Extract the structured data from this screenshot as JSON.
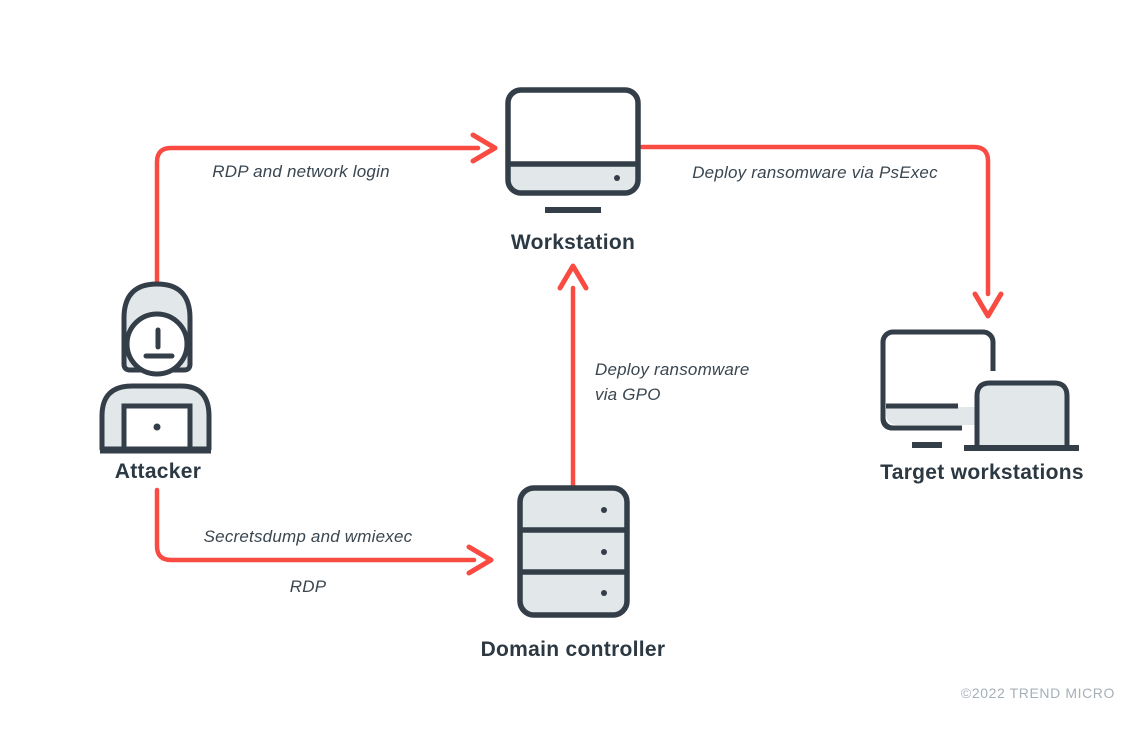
{
  "diagram_type": "ransomware-attack-flow",
  "colors": {
    "background": "#ffffff",
    "arrow_red": "#f94b42",
    "icon_outline": "#333e48",
    "icon_fill": "#e2e7ea",
    "node_label_text": "#2c3842",
    "edge_label_text": "#3a4650",
    "copyright_text": "#a6b0b8"
  },
  "nodes": {
    "attacker": {
      "label": "Attacker",
      "icon": "hooded-attacker-icon"
    },
    "workstation": {
      "label": "Workstation",
      "icon": "desktop-monitor-icon"
    },
    "domain_controller": {
      "label": "Domain controller",
      "icon": "server-stack-icon"
    },
    "target_workstations": {
      "label": "Target workstations",
      "icon": "monitor-and-laptop-icon"
    }
  },
  "edges": {
    "attacker_to_workstation": {
      "from": "Attacker",
      "to": "Workstation",
      "label": "RDP and network login"
    },
    "workstation_to_targets": {
      "from": "Workstation",
      "to": "Target workstations",
      "label": "Deploy ransomware via PsExec"
    },
    "dc_to_workstation": {
      "from": "Domain controller",
      "to": "Workstation",
      "label_lines": [
        "Deploy ransomware",
        "via GPO"
      ]
    },
    "attacker_to_dc": {
      "from": "Attacker",
      "to": "Domain controller",
      "label_lines": [
        "Secretsdump and wmiexec",
        "RDP"
      ]
    }
  },
  "footer": {
    "copyright": "©2022 TREND MICRO"
  }
}
